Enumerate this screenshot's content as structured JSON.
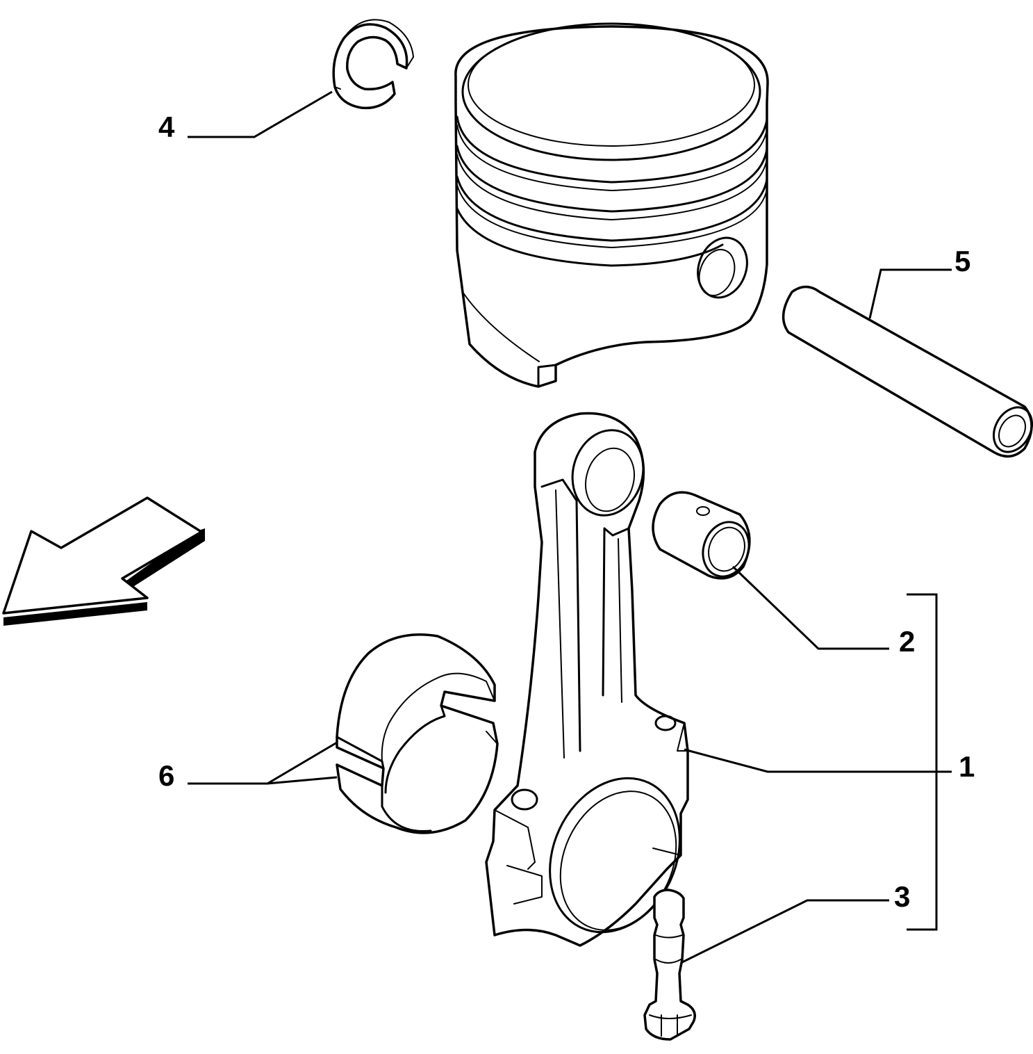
{
  "callouts": [
    {
      "id": "1",
      "label": "1"
    },
    {
      "id": "2",
      "label": "2"
    },
    {
      "id": "3",
      "label": "3"
    },
    {
      "id": "4",
      "label": "4"
    },
    {
      "id": "5",
      "label": "5"
    },
    {
      "id": "6",
      "label": "6"
    }
  ],
  "parts": [
    "connecting-rod",
    "small-end-bushing",
    "cap-bolt",
    "piston-pin-circlip",
    "piston-pin",
    "big-end-bearing-shells",
    "piston"
  ],
  "direction_arrow": "front-direction-arrow"
}
